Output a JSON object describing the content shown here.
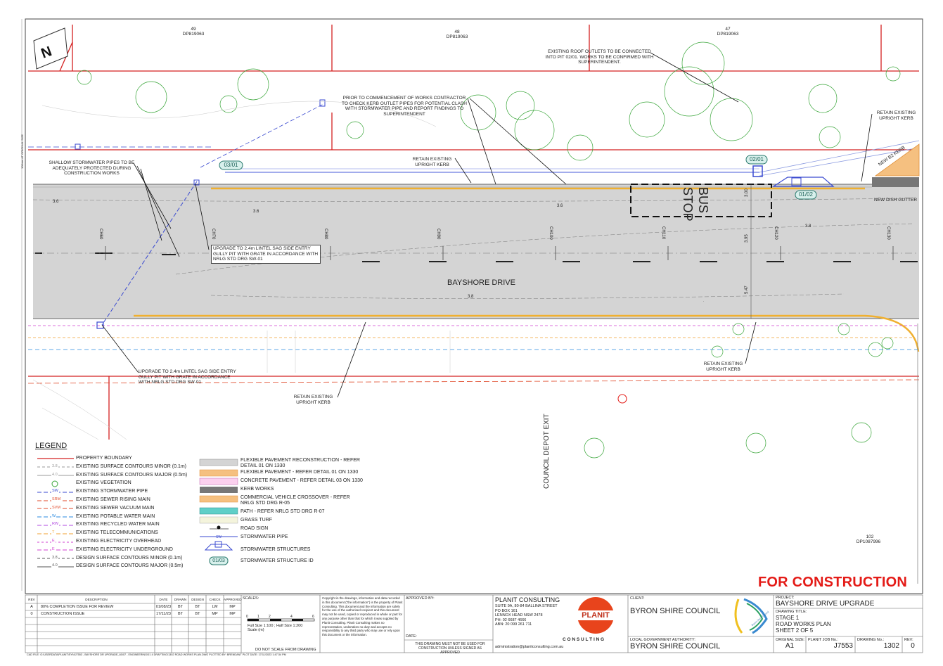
{
  "lots": [
    {
      "num": "49",
      "dp": "DP819063"
    },
    {
      "num": "48",
      "dp": "DP819063"
    },
    {
      "num": "47",
      "dp": "DP819063"
    },
    {
      "num": "102",
      "dp": "DP1087996"
    }
  ],
  "notes": {
    "roof_outlets": "EXISTING ROOF OUTLETS TO BE CONNECTED INTO PIT 02/01. WORKS TO BE CONFIRMED WITH SUPERINTENDENT.",
    "kerb_outlets": "PRIOR TO COMMENCEMENT OF WORKS CONTRACTOR TO CHECK KERB OUTLET PIPES FOR POTENTIAL CLASH WITH STORMWATER PIPE AND REPORT FINDINGS TO SUPERINTENDENT",
    "shallow_pipes": "SHALLOW STORMWATER PIPES TO BE ADEQUATELY PROTECTED DURING CONSTRUCTION WORKS",
    "retain_kerb_1": "RETAIN EXISTING UPRIGHT KERB",
    "retain_kerb_2": "RETAIN EXISTING UPRIGHT KERB",
    "retain_kerb_3": "RETAIN EXISTING UPRIGHT KERB",
    "retain_kerb_4": "RETAIN EXISTING UPRIGHT KERB",
    "retain_kerb_5": "RETAIN EXISTING UPRIGHT KERB",
    "upgrade_pit_1": "UPGRADE TO 2.4m LINTEL SAG SIDE ENTRY GULLY PIT WITH GRATE IN ACCORDANCE WITH NRLG STD DRG SW-01",
    "upgrade_pit_2": "UPGRADE TO 2.4m LINTEL SAG SIDE ENTRY GULLY PIT WITH GRATE IN ACCORDANCE WITH NRLG STD DRG SW-01",
    "new_dish_gutter": "NEW DISH GUTTER",
    "new_b2_kerb": "NEW B2 KERB"
  },
  "road": {
    "name": "BAYSHORE DRIVE",
    "bus_stop_1": "BUS",
    "bus_stop_2": "STOP",
    "depot_exit": "COUNCIL DEPOT EXIT",
    "chainages": [
      "CH60",
      "CH70",
      "CH80",
      "CH90",
      "CH100",
      "CH110",
      "CH120",
      "CH130"
    ],
    "dims": [
      "3.00",
      "3.95",
      "5.47"
    ],
    "contours": [
      "3.6",
      "3.6",
      "3.6",
      "3.8",
      "3.8"
    ]
  },
  "structure_ids": [
    "03/01",
    "02/01",
    "01/02"
  ],
  "legend": {
    "title": "LEGEND",
    "left_items": [
      {
        "sym": "",
        "label": "PROPERTY BOUNDARY",
        "color": "#d42020"
      },
      {
        "sym": "3.8",
        "label": "EXISTING SURFACE CONTOURS MINOR (0.1m)",
        "color": "#999999"
      },
      {
        "sym": "4.0",
        "label": "EXISTING SURFACE CONTOURS MAJOR (0.5m)",
        "color": "#999999"
      },
      {
        "sym": "",
        "label": "EXISTING VEGETATION",
        "color": "#3aa63a"
      },
      {
        "sym": "SW",
        "label": "EXISTING STORMWATER PIPE",
        "color": "#3a4ad0"
      },
      {
        "sym": "SRM",
        "label": "EXISTING SEWER RISING MAIN",
        "color": "#e04a2a"
      },
      {
        "sym": "SVM",
        "label": "EXISTING SEWER VACUUM MAIN",
        "color": "#e04a2a"
      },
      {
        "sym": "W",
        "label": "EXISTING POTABLE WATER MAIN",
        "color": "#2a8ae0"
      },
      {
        "sym": "RW",
        "label": "EXISTING RECYCLED WATER MAIN",
        "color": "#b04ae0"
      },
      {
        "sym": "T",
        "label": "EXISTING TELECOMMUNICATIONS",
        "color": "#f0a030"
      },
      {
        "sym": "E",
        "label": "EXISTING ELECTRICITY OVERHEAD",
        "color": "#d040d0"
      },
      {
        "sym": "E",
        "label": "EXISTING ELECTRICITY UNDERGROUND",
        "color": "#d040d0"
      },
      {
        "sym": "3.8",
        "label": "DESIGN SURFACE CONTOURS MINOR (0.1m)",
        "color": "#555555"
      },
      {
        "sym": "4.0",
        "label": "DESIGN SURFACE CONTOURS MAJOR (0.5m)",
        "color": "#555555"
      }
    ],
    "right_items": [
      {
        "label": "FLEXIBLE PAVEMENT RECONSTRUCTION - REFER DETAIL 01 ON 1330"
      },
      {
        "label": "FLEXIBLE PAVEMENT - REFER DETAIL 01 ON 1330"
      },
      {
        "label": "CONCRETE PAVEMENT - REFER DETAIL 03 ON 1330"
      },
      {
        "label": "KERB WORKS"
      },
      {
        "label": "COMMERCIAL VEHICLE CROSSOVER - REFER NRLG STD DRG R-05"
      },
      {
        "label": "PATH - REFER NRLG STD DRG R-07"
      },
      {
        "label": "GRASS TURF"
      },
      {
        "label": "ROAD SIGN"
      },
      {
        "label": "STORMWATER PIPE"
      },
      {
        "label": "STORMWATER STRUCTURES"
      },
      {
        "label": "STORMWATER STRUCTURE ID"
      }
    ],
    "sw_sym": "SW",
    "id_sym": "01/03"
  },
  "stamp": "FOR CONSTRUCTION",
  "title_block": {
    "rev_headers": [
      "REV",
      "DESCRIPTION",
      "DATE",
      "DRAWN",
      "DESIGN",
      "CHECK",
      "APPROVED"
    ],
    "revisions": [
      {
        "rev": "A",
        "desc": "80% COMPLETION ISSUE FOR REVIEW",
        "date": "01/08/23",
        "drawn": "BT",
        "design": "BT",
        "check": "LW",
        "approved": "MP"
      },
      {
        "rev": "0",
        "desc": "CONSTRUCTION ISSUE",
        "date": "17/11/23",
        "drawn": "BT",
        "design": "BT",
        "check": "MP",
        "approved": "MP"
      }
    ],
    "scales_label": "SCALES:",
    "scale_note": "Full Size 1:100 ; Half Size 1:200",
    "scale_unit": "Scale (m)",
    "scale_ticks": [
      "0",
      "1",
      "2",
      "4",
      "6"
    ],
    "do_not_scale": "DO NOT SCALE FROM DRAWING",
    "copyright": "Copyright in the drawings, information and data recorded in this document (\"the information\") is the property of Planit Consulting. This document and the information are solely for the use of the authorised recipient and this document may not be used, copied or reproduced in whole or part for any purpose other than that for which it was supplied by Planit Consulting. Planit Consulting makes no representation, undertakes no duty and accepts no responsibility to any third party who may use or rely upon this document or the information.",
    "approved_by": "APPROVED BY:",
    "date_label": "DATE:",
    "not_for_construction": "THIS DRAWING MUST NOT BE USED FOR CONSTRUCTION UNLESS SIGNED AS APPROVED",
    "company": "PLANIT CONSULTING",
    "address": [
      "SUITE 9A, 80-84 BALLINA STREET",
      "PO BOX 161",
      "LENNOX HEAD NSW 2478",
      "PH: 02 6687 4666",
      "ABN: 20 099 261 711"
    ],
    "email": "administration@planitconsulting.com.au",
    "logo_text": "PLANIT",
    "logo_sub": "C O N S U L T I N G",
    "client_label": "CLIENT:",
    "client": "BYRON SHIRE COUNCIL",
    "lga_label": "LOCAL GOVERNMENT AUTHORITY:",
    "lga": "BYRON SHIRE COUNCIL",
    "council_logo_text": "Byron Shire Council",
    "project_label": "PROJECT:",
    "project": "BAYSHORE DRIVE UPGRADE",
    "drawing_title_label": "DRAWING TITLE:",
    "drawing_title": [
      "STAGE 1",
      "ROAD WORKS PLAN",
      "SHEET 2 OF 5"
    ],
    "original_size_label": "ORIGINAL SIZE:",
    "original_size": "A1",
    "job_label": "PLANIT JOB No.:",
    "job": "J7553",
    "drawing_no_label": "DRAWING No.:",
    "drawing_no": "1302",
    "rev_label": "REV:",
    "rev": "0"
  },
  "cad_file": "CAD FILE: G:\\USERDATA\\PLANIT\\SYN\\J7553 - BAYSHORE DR UPGRADE_60\\07 - ENGINEERING\\01 4 DRAFTING\\1302 ROAD WORKS PLAN.DWG PLOTTED BY: BRENDANT PLOT DATE: 17/11/2023 1:47:34 PM",
  "margin_note": "100mm AT ORIGINAL SIZE",
  "colors": {
    "boundary": "#d42020",
    "stormwater": "#3a4ad0",
    "kerb": "#f0b030",
    "vegetation": "#3aa63a",
    "road": "#d4d4d4",
    "stamp": "#e41b17"
  }
}
